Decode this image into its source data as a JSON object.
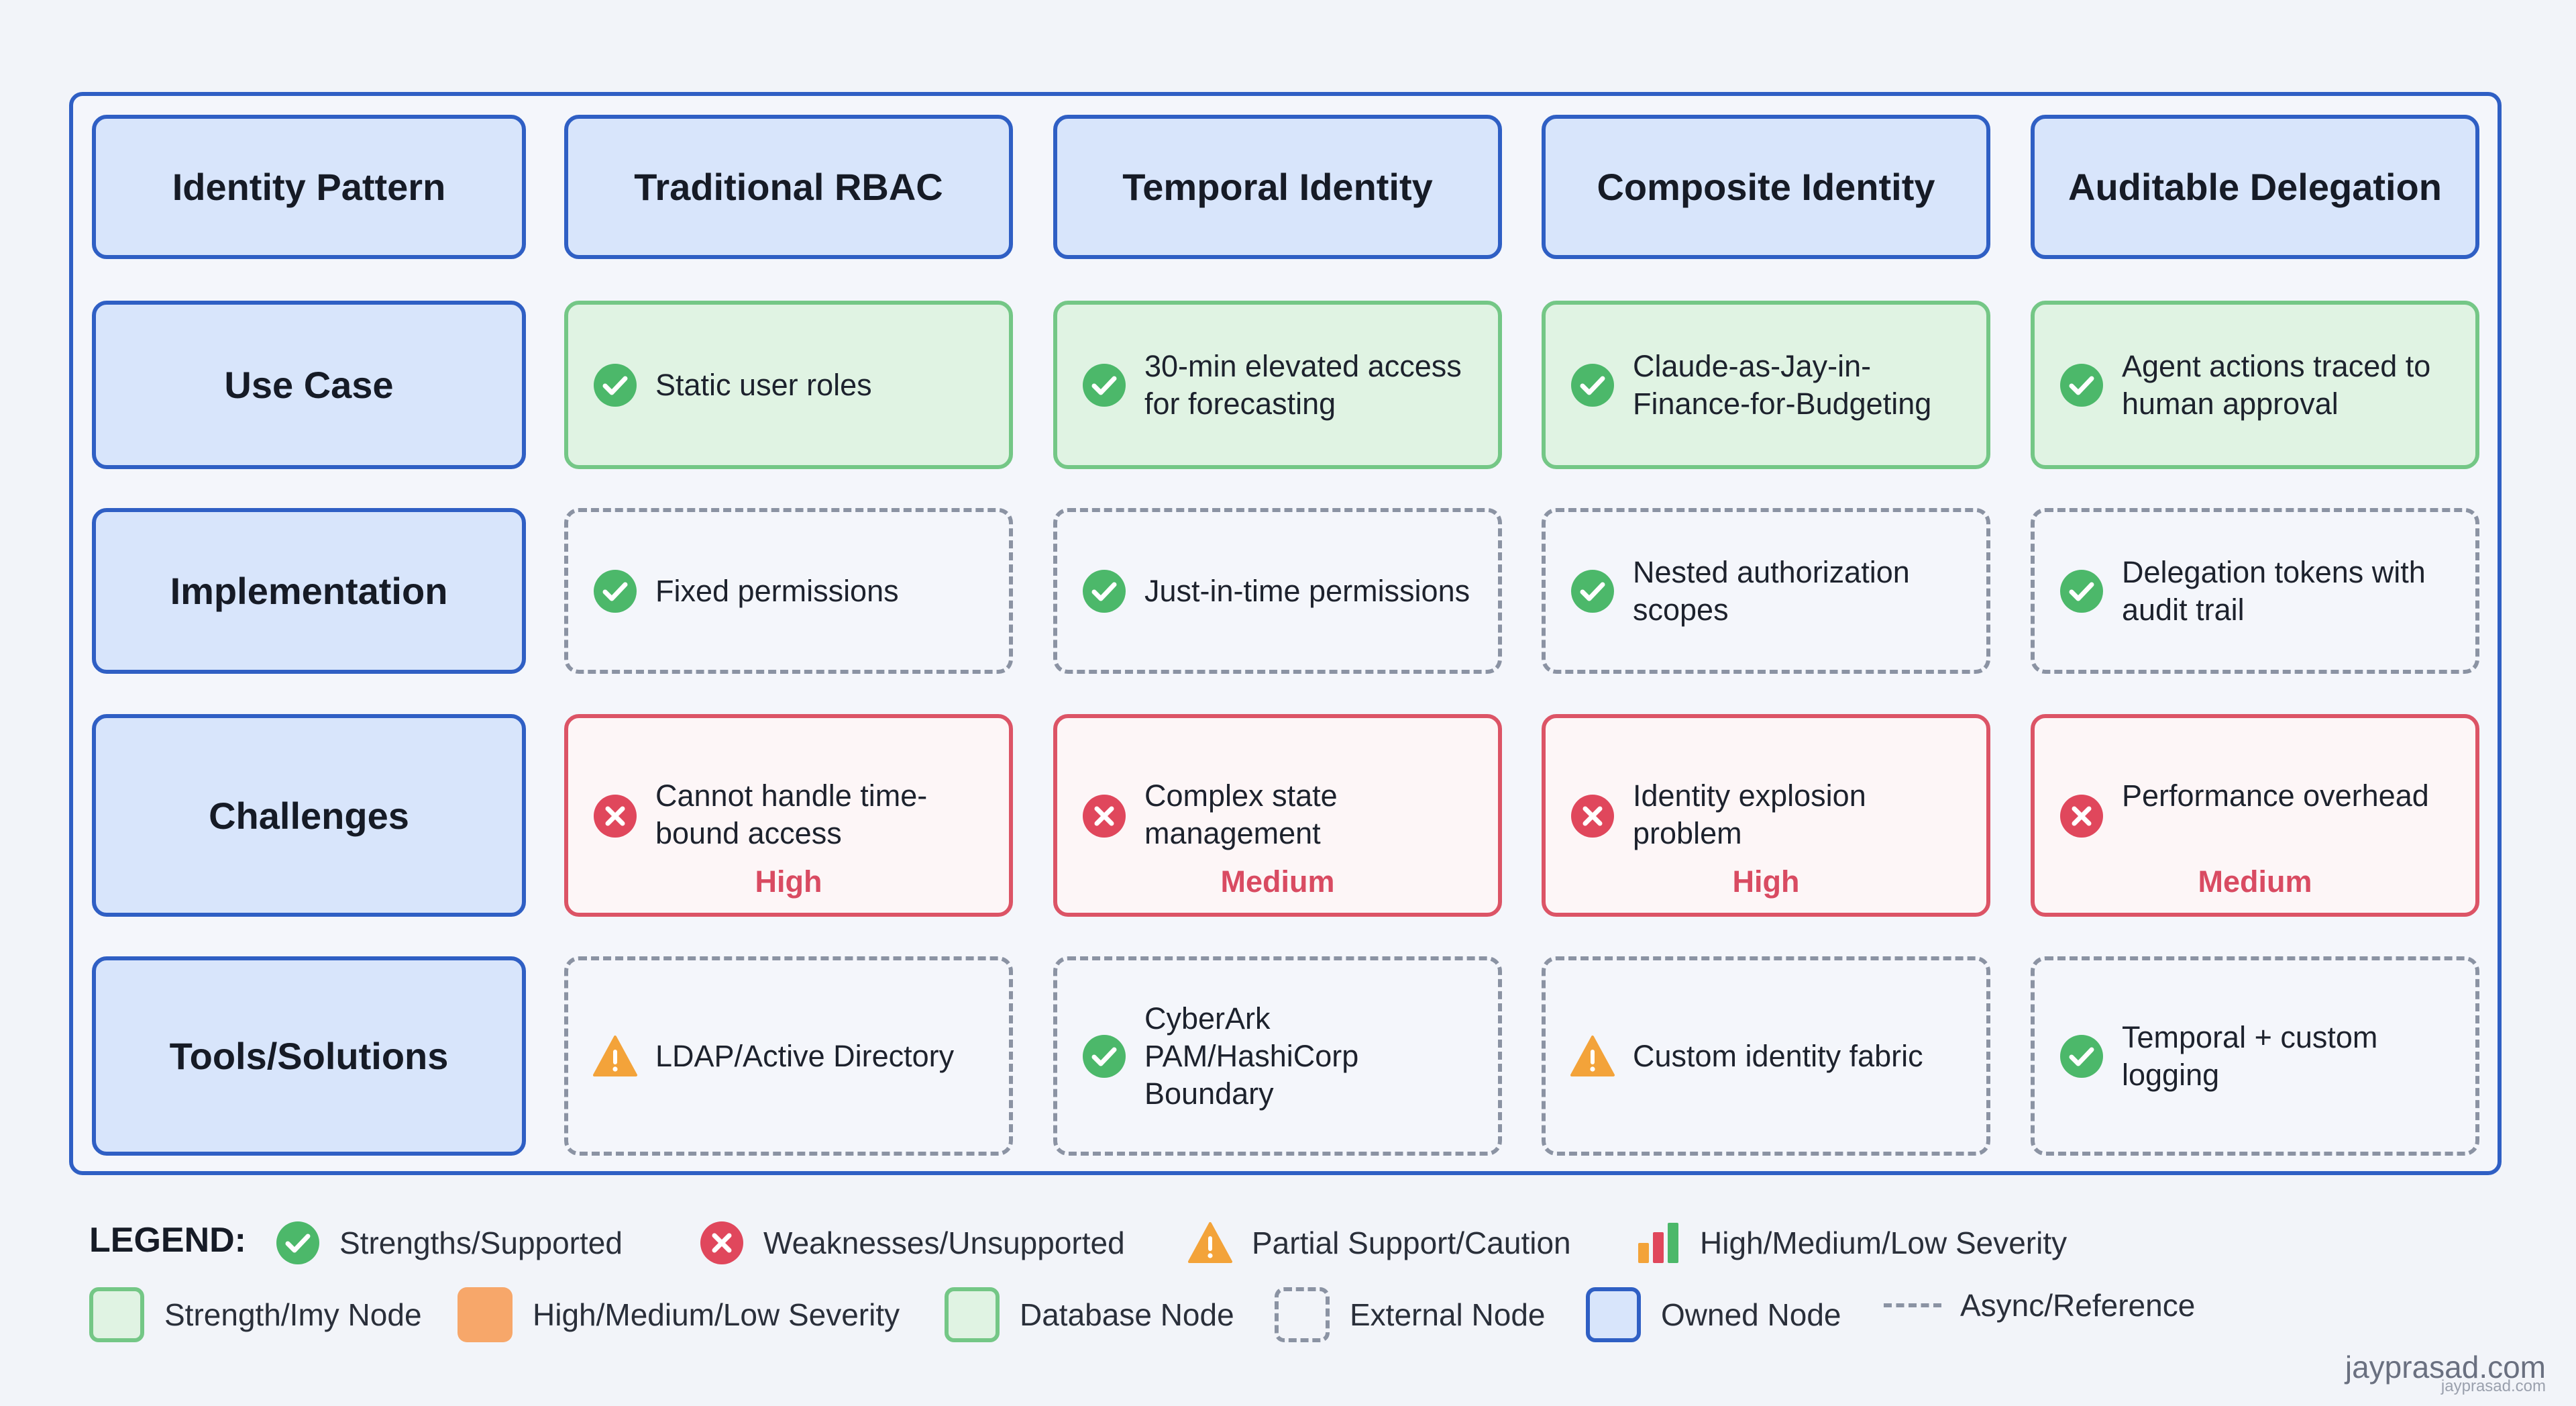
{
  "columns": [
    "Identity Pattern",
    "Traditional RBAC",
    "Temporal Identity",
    "Composite Identity",
    "Auditable Delegation"
  ],
  "rows": [
    {
      "label": "Use Case",
      "cells": [
        {
          "icon": "check",
          "text": "Static user roles"
        },
        {
          "icon": "check",
          "text": "30-min elevated access for forecasting"
        },
        {
          "icon": "check",
          "text": "Claude-as-Jay-in-Finance-for-Budgeting"
        },
        {
          "icon": "check",
          "text": "Agent actions traced to human approval"
        }
      ]
    },
    {
      "label": "Implementation",
      "cells": [
        {
          "icon": "check",
          "text": "Fixed permissions"
        },
        {
          "icon": "check",
          "text": "Just-in-time permissions"
        },
        {
          "icon": "check",
          "text": "Nested authorization scopes"
        },
        {
          "icon": "check",
          "text": "Delegation tokens with audit trail"
        }
      ]
    },
    {
      "label": "Challenges",
      "cells": [
        {
          "icon": "cross",
          "text": "Cannot handle time-bound access",
          "severity": "High"
        },
        {
          "icon": "cross",
          "text": "Complex state management",
          "severity": "Medium"
        },
        {
          "icon": "cross",
          "text": "Identity explosion problem",
          "severity": "High"
        },
        {
          "icon": "cross",
          "text": "Performance overhead",
          "severity": "Medium"
        }
      ]
    },
    {
      "label": "Tools/Solutions",
      "cells": [
        {
          "icon": "warning",
          "text": "LDAP/Active Directory"
        },
        {
          "icon": "check",
          "text": "CyberArk PAM/HashiCorp Boundary"
        },
        {
          "icon": "warning",
          "text": "Custom identity fabric"
        },
        {
          "icon": "check",
          "text": "Temporal + custom logging"
        }
      ]
    }
  ],
  "legend": {
    "title": "LEGEND:",
    "row1": [
      {
        "icon": "check",
        "label": "Strengths/Supported"
      },
      {
        "icon": "cross",
        "label": "Weaknesses/Unsupported"
      },
      {
        "icon": "warning",
        "label": "Partial Support/Caution"
      },
      {
        "icon": "bars",
        "label": "High/Medium/Low Severity"
      }
    ],
    "row2": [
      {
        "swatch": "green",
        "label": "Strength/Imy Node"
      },
      {
        "swatch": "orange",
        "label": "High/Medium/Low Severity"
      },
      {
        "swatch": "green",
        "label": "Database Node"
      },
      {
        "swatch": "dashed",
        "label": "External Node"
      },
      {
        "swatch": "blue",
        "label": "Owned Node"
      },
      {
        "swatch": "line",
        "label": "Async/Reference"
      }
    ]
  },
  "colors": {
    "border_blue": "#2f5fc4",
    "header_fill": "#d8e5fb",
    "green_fill": "#e0f3e3",
    "green_border": "#74c786",
    "red_border": "#dc5466",
    "severity_red": "#d94b62",
    "check_green": "#4cb86a",
    "cross_red": "#e0475c",
    "warning_orange": "#f3a33a"
  },
  "branding": {
    "main": "jayprasad.com",
    "sub": "jayprasad.com"
  }
}
